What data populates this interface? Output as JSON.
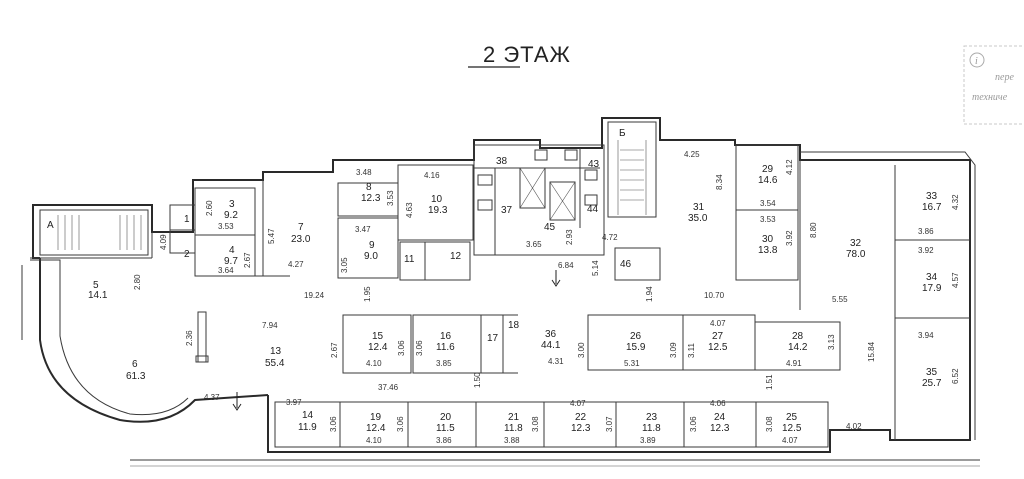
{
  "title": "2 ЭТАЖ",
  "title_number": "2",
  "title_word": "ЭТАЖ",
  "note": {
    "icon": "i",
    "line1": "nepe",
    "line2": "техниче"
  },
  "stair_labels": [
    "А",
    "Б"
  ],
  "rooms": [
    {
      "n": "1",
      "a": ""
    },
    {
      "n": "2",
      "a": ""
    },
    {
      "n": "3",
      "a": "9.2"
    },
    {
      "n": "4",
      "a": "9.7"
    },
    {
      "n": "5",
      "a": "14.1"
    },
    {
      "n": "6",
      "a": "61.3"
    },
    {
      "n": "7",
      "a": "23.0"
    },
    {
      "n": "8",
      "a": "12.3"
    },
    {
      "n": "9",
      "a": "9.0"
    },
    {
      "n": "10",
      "a": "19.3"
    },
    {
      "n": "11",
      "a": ""
    },
    {
      "n": "12",
      "a": ""
    },
    {
      "n": "13",
      "a": "55.4"
    },
    {
      "n": "14",
      "a": "11.9"
    },
    {
      "n": "15",
      "a": "12.4"
    },
    {
      "n": "16",
      "a": "11.6"
    },
    {
      "n": "17",
      "a": ""
    },
    {
      "n": "18",
      "a": ""
    },
    {
      "n": "19",
      "a": "12.4"
    },
    {
      "n": "20",
      "a": "11.5"
    },
    {
      "n": "21",
      "a": "11.8"
    },
    {
      "n": "22",
      "a": "12.3"
    },
    {
      "n": "23",
      "a": "11.8"
    },
    {
      "n": "24",
      "a": "12.3"
    },
    {
      "n": "25",
      "a": "12.5"
    },
    {
      "n": "26",
      "a": "15.9"
    },
    {
      "n": "27",
      "a": "12.5"
    },
    {
      "n": "28",
      "a": "14.2"
    },
    {
      "n": "29",
      "a": "14.6"
    },
    {
      "n": "30",
      "a": "13.8"
    },
    {
      "n": "31",
      "a": "35.0"
    },
    {
      "n": "32",
      "a": "78.0"
    },
    {
      "n": "33",
      "a": "16.7"
    },
    {
      "n": "34",
      "a": "17.9"
    },
    {
      "n": "35",
      "a": "25.7"
    },
    {
      "n": "36",
      "a": "44.1"
    },
    {
      "n": "37",
      "a": ""
    },
    {
      "n": "38",
      "a": ""
    },
    {
      "n": "43",
      "a": ""
    },
    {
      "n": "44",
      "a": ""
    },
    {
      "n": "45",
      "a": ""
    },
    {
      "n": "46",
      "a": ""
    }
  ],
  "dimensions": [
    "2.60",
    "3.53",
    "3.64",
    "2.67",
    "5.47",
    "4.09",
    "2.80",
    "4.27",
    "3.48",
    "3.53",
    "3.47",
    "3.05",
    "4.16",
    "4.63",
    "19.24",
    "1.95",
    "2.36",
    "7.94",
    "2.67",
    "3.06",
    "4.10",
    "3.06",
    "3.85",
    "1.50",
    "37.46",
    "4.37",
    "3.97",
    "3.06",
    "4.10",
    "3.06",
    "3.86",
    "3.08",
    "3.88",
    "4.07",
    "3.07",
    "3.89",
    "3.06",
    "4.06",
    "3.08",
    "4.07",
    "4.31",
    "3.00",
    "5.31",
    "3.09",
    "3.11",
    "4.07",
    "4.91",
    "3.13",
    "1.51",
    "1.94",
    "3.65",
    "2.93",
    "6.84",
    "4.72",
    "5.14",
    "4.25",
    "8.34",
    "4.12",
    "3.54",
    "3.53",
    "3.92",
    "8.80",
    "10.70",
    "5.55",
    "15.84",
    "4.32",
    "3.86",
    "3.92",
    "4.57",
    "3.94",
    "6.52",
    "4.02"
  ]
}
